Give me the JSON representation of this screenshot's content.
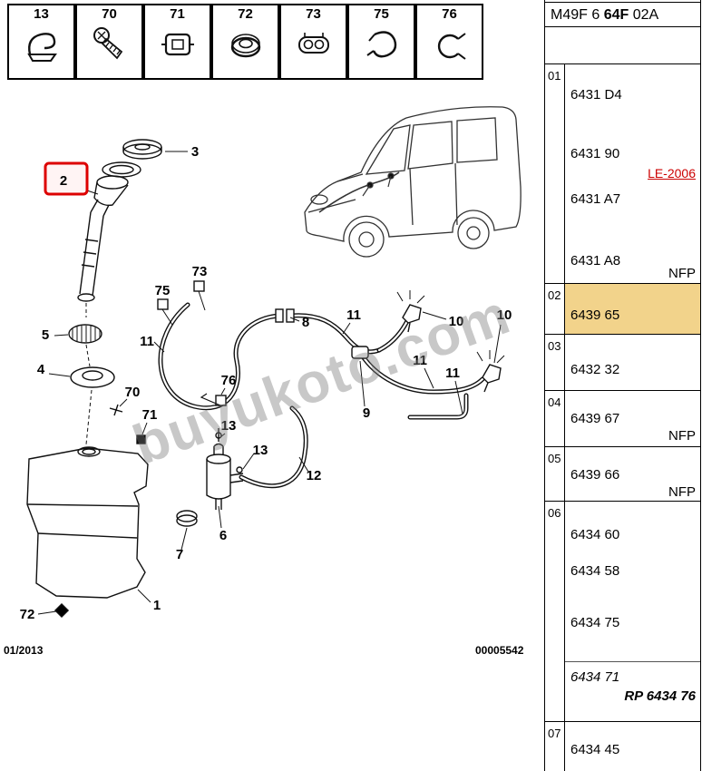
{
  "strip": {
    "items": [
      {
        "num": "13",
        "icon": "retaining-clip-icon"
      },
      {
        "num": "70",
        "icon": "screw-icon"
      },
      {
        "num": "71",
        "icon": "clip-nut-icon"
      },
      {
        "num": "72",
        "icon": "grommet-icon"
      },
      {
        "num": "73",
        "icon": "hose-connector-icon"
      },
      {
        "num": "75",
        "icon": "hose-clip-icon"
      },
      {
        "num": "76",
        "icon": "clamp-clip-icon"
      }
    ]
  },
  "diagram": {
    "watermark": "buyukoto.com",
    "date": "01/2013",
    "sheet_number": "00005542",
    "highlight_box_color": "#dd0000",
    "callouts": {
      "c3": "3",
      "c2": "2",
      "c75": "75",
      "c73": "73",
      "c11a": "11",
      "c11b": "11",
      "c11c": "11",
      "c11d": "11",
      "c8": "8",
      "c9": "9",
      "c10a": "10",
      "c10b": "10",
      "c5": "5",
      "c4": "4",
      "c76": "76",
      "c70": "70",
      "c71": "71",
      "c13a": "13",
      "c13b": "13",
      "c6": "6",
      "c12": "12",
      "c7": "7",
      "c1": "1",
      "c72": "72"
    }
  },
  "panel": {
    "header": {
      "pre": "M49F 6 ",
      "bold": "64F",
      "post": " 02A"
    },
    "row_highlight_color": "#f2d38b",
    "note_color": "#cc0000",
    "rows": [
      {
        "index": "01",
        "p1": "6431 D4",
        "p2": "6431 90",
        "note": "LE-2006",
        "p3": "6431 A7",
        "p4": "6431 A8",
        "nfp": "NFP"
      },
      {
        "index": "02",
        "p1": "6439 65"
      },
      {
        "index": "03",
        "p1": "6432 32"
      },
      {
        "index": "04",
        "p1": "6439 67",
        "nfp": "NFP"
      },
      {
        "index": "05",
        "p1": "6439 66",
        "nfp": "NFP"
      },
      {
        "index": "06",
        "p1": "6434 60",
        "p2": "6434 58",
        "p3": "6434 75",
        "p4": "6434 71",
        "rp": "RP 6434 76"
      },
      {
        "index": "07",
        "p1": "6434 45"
      }
    ]
  }
}
